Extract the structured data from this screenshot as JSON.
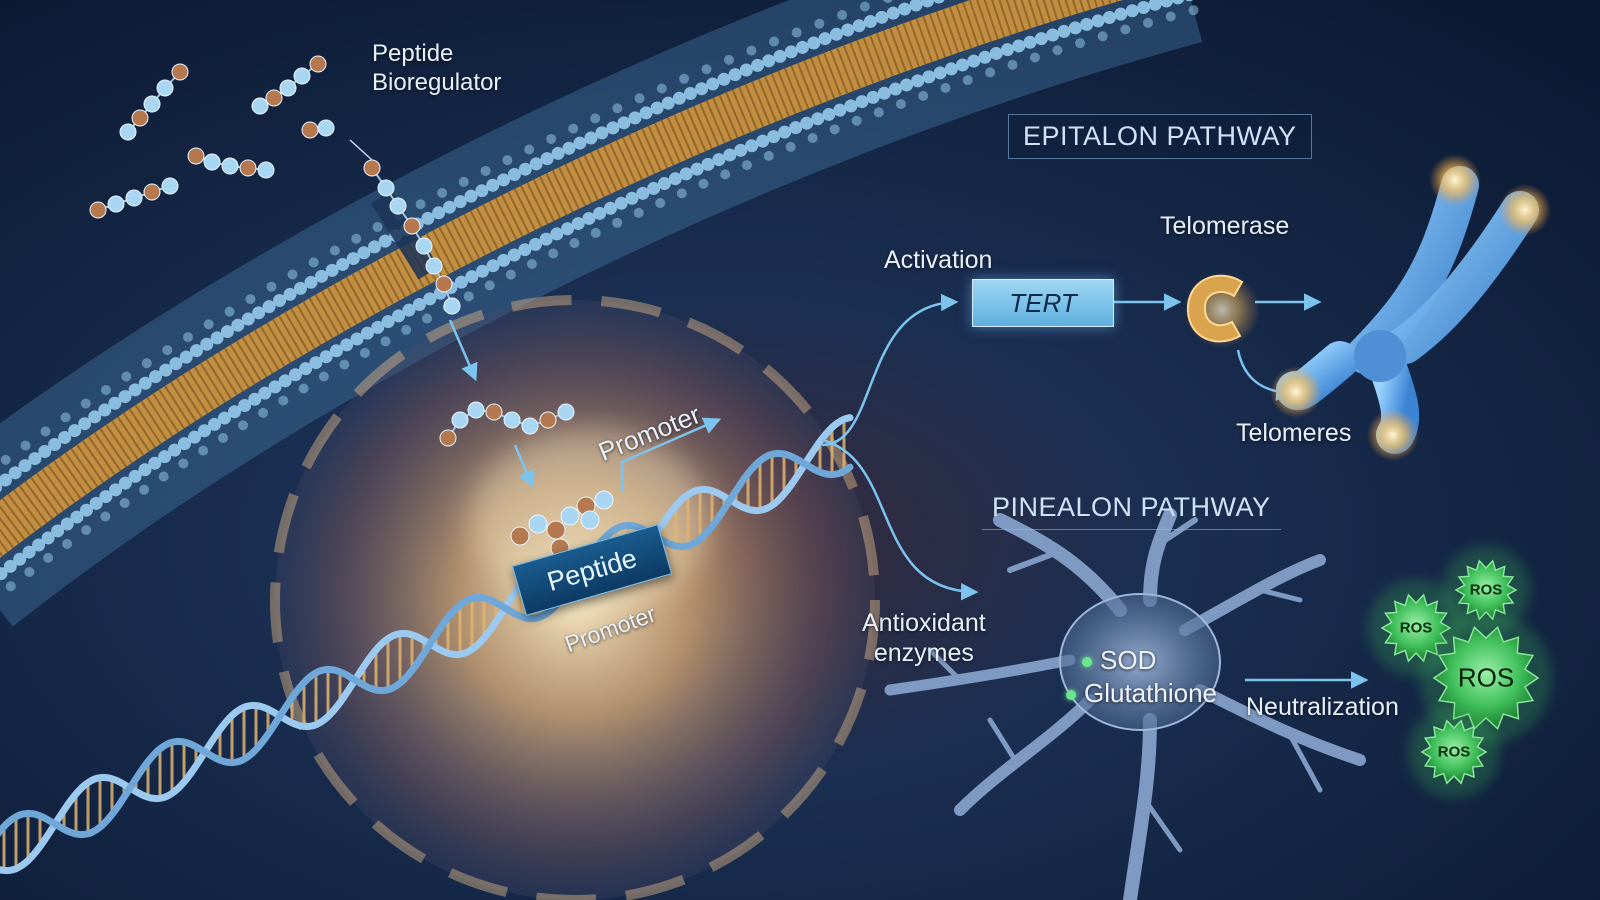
{
  "labels": {
    "peptide_bioregulator": [
      "Peptide",
      "Bioregulator"
    ],
    "promoter_upper": "Promoter",
    "peptide_box": "Peptide",
    "promoter_lower": "Promoter",
    "activation": "Activation",
    "tert": "TERT",
    "telomerase": "Telomerase",
    "telomeres": "Telomeres",
    "antioxidant": [
      "Antioxidant",
      "enzymes"
    ],
    "sod": "SOD",
    "glutathione": "Glutathione",
    "neutralization": "Neutralization",
    "ros": [
      "ROS",
      "ROS",
      "ROS",
      "ROS"
    ]
  },
  "headings": {
    "epitalon": "EPITALON PATHWAY",
    "pinealon": "PINEALON PATHWAY"
  },
  "colors": {
    "background": "#0f2340",
    "membrane_bead": "#8fc3e6",
    "membrane_core": "#c9923f",
    "dna_backbone": "#9cc9ef",
    "dna_rung": "#e0b470",
    "arrow": "#7cc4ee",
    "ros_green": "#3fbf5a",
    "chromosome": "#5aa6e6",
    "telomere_glow": "#ffcf6e"
  }
}
